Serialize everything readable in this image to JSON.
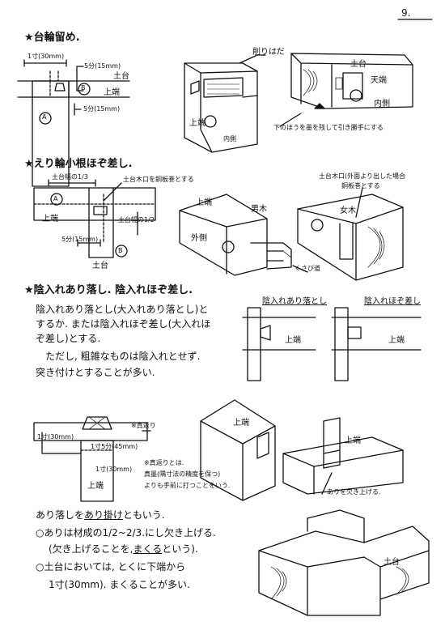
{
  "page_number": "9.",
  "section1": {
    "title": "★台輪留め.",
    "dim_top": "1寸(30mm)",
    "dim_5bu_a": "5分(15mm)",
    "dim_5bu_b": "5分(15mm)",
    "label_dodai": "土台",
    "label_uwaba": "上端",
    "mark_a": "A",
    "mark_b": "B",
    "iso_callout": "削りはだ",
    "iso_dodai": "土台",
    "iso_tenba": "天端",
    "iso_uwaba": "上端",
    "iso_naisoku": "内側",
    "iso_naisoku2": "内側",
    "note": "下のほうを墨を残して引き勝手にする"
  },
  "section2": {
    "title": "★えり輪小根ほぞ差し.",
    "dim_width": "土台幅の1/3",
    "dim_half": "土台幅の1/2",
    "dim_5bu": "5分(15mm)",
    "callout_left": "土台木口を銅板巻とする",
    "callout_right": "土台木口(外面より出した場合",
    "callout_right2": "銅板巻とする",
    "label_uwaba": "上端",
    "label_dodai": "土台",
    "mark_a": "A",
    "mark_b": "B",
    "iso_uwaba": "上端",
    "iso_gaisoku": "外側",
    "iso_ogi": "男木",
    "iso_megi": "女木",
    "iso_kusabi": "くさび道"
  },
  "section3": {
    "title": "★陰入れあり落し. 陰入れほぞ差し.",
    "lines": [
      "陰入れあり落とし(大入れあり落とし)と",
      "するか. または陰入れほぞ差し(大入れほ",
      "ぞ差し)とする.",
      "ただし, 粗雑なものは陰入れとせず.",
      "突き付けとすることが多い."
    ],
    "fig1_title": "陰入れあり落とし",
    "fig2_title": "陰入れほぞ差し",
    "fig1_label": "上端",
    "fig2_label": "上端"
  },
  "section4": {
    "dim_1sun": "1寸(30mm)",
    "dim_1_5sun": "1寸5分(45mm)",
    "dim_1sun_b": "1寸(30mm)",
    "mark_makaeri": "※真返り",
    "label_uwaba": "上端",
    "note_lines": [
      "※真返りとは.",
      "真墨(隅寸法の精度を保つ)",
      "よりも手前に打つことをいう."
    ],
    "iso_uwaba1": "上端",
    "iso_uwaba2": "上端",
    "iso_callout": "ありを欠き上げる.",
    "iso_dodai": "土台"
  },
  "section5": {
    "line1_pre": "あり落しを",
    "line1_u": "あり掛け",
    "line1_post": "ともいう.",
    "line2": "○ありは材成の1/2~2/3.にし欠き上げる.",
    "line3_pre": "(欠き上げることを,",
    "line3_u": "まくる",
    "line3_post": "という).",
    "line4": "○土台においては, とくに下端から",
    "line5": "1寸(30mm). まくることが多い."
  }
}
